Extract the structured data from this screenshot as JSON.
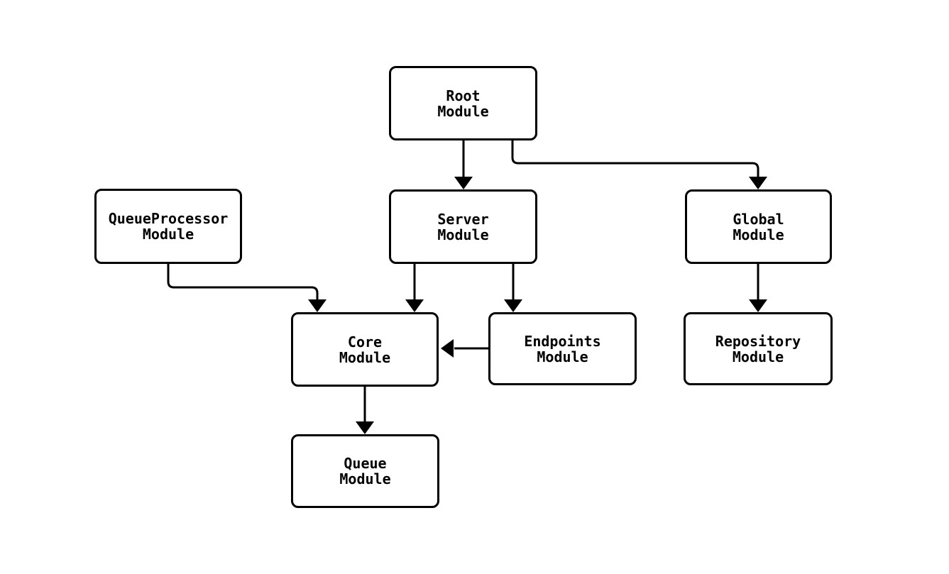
{
  "diagram": {
    "type": "module-dependency-flowchart",
    "colors": {
      "background": "#ffffff",
      "node_fill": "#ffffff",
      "node_border": "#000000",
      "text": "#000000",
      "edge": "#000000"
    },
    "nodes": [
      {
        "id": "root",
        "line1": "Root",
        "line2": "Module"
      },
      {
        "id": "queueprocessor",
        "line1": "QueueProcessor",
        "line2": "Module"
      },
      {
        "id": "server",
        "line1": "Server",
        "line2": "Module"
      },
      {
        "id": "global",
        "line1": "Global",
        "line2": "Module"
      },
      {
        "id": "core",
        "line1": "Core",
        "line2": "Module"
      },
      {
        "id": "endpoints",
        "line1": "Endpoints",
        "line2": "Module"
      },
      {
        "id": "repository",
        "line1": "Repository",
        "line2": "Module"
      },
      {
        "id": "queue",
        "line1": "Queue",
        "line2": "Module"
      }
    ],
    "edges": [
      {
        "from": "root",
        "to": "server"
      },
      {
        "from": "root",
        "to": "global"
      },
      {
        "from": "queueprocessor",
        "to": "core"
      },
      {
        "from": "server",
        "to": "core"
      },
      {
        "from": "server",
        "to": "endpoints"
      },
      {
        "from": "endpoints",
        "to": "core"
      },
      {
        "from": "global",
        "to": "repository"
      },
      {
        "from": "core",
        "to": "queue"
      }
    ]
  }
}
